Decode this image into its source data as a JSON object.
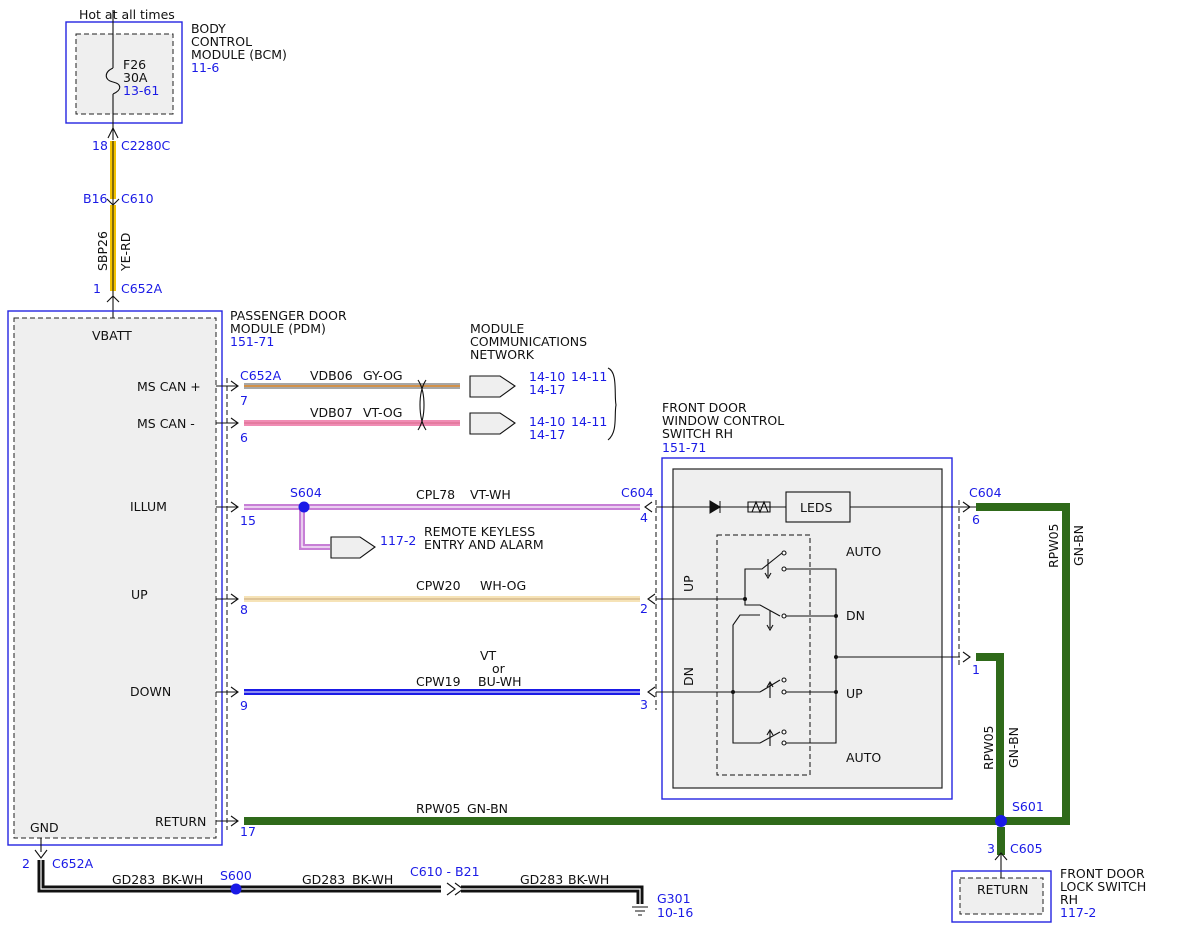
{
  "bcm": {
    "supply_note": "Hot at all times",
    "title_lines": [
      "BODY",
      "CONTROL",
      "MODULE (BCM)"
    ],
    "ref": "11-6",
    "fuse_name": "F26",
    "fuse_rating": "30A",
    "fuse_ref": "13-61"
  },
  "feed": {
    "pin_c2280c": "18",
    "conn_c2280c": "C2280C",
    "pin_c610": "B16",
    "conn_c610": "C610",
    "circuit": "SBP26",
    "color": "YE-RD",
    "pin_c652a": "1",
    "conn_c652a": "C652A"
  },
  "pdm": {
    "title_lines": [
      "PASSENGER DOOR",
      "MODULE (PDM)"
    ],
    "ref": "151-71",
    "labels": {
      "vbatt": "VBATT",
      "ms_can_plus": "MS CAN +",
      "ms_can_minus": "MS CAN -",
      "illum": "ILLUM",
      "up": "UP",
      "down": "DOWN",
      "return": "RETURN",
      "gnd": "GND"
    }
  },
  "network": {
    "title_lines": [
      "MODULE",
      "COMMUNICATIONS",
      "NETWORK"
    ],
    "conn": "C652A",
    "can_plus": {
      "pin": "7",
      "circuit": "VDB06",
      "color": "GY-OG",
      "ref_a": "14-10",
      "ref_b": "14-11",
      "ref_c": "14-17"
    },
    "can_minus": {
      "pin": "6",
      "circuit": "VDB07",
      "color": "VT-OG",
      "ref_a": "14-10",
      "ref_b": "14-11",
      "ref_c": "14-17"
    }
  },
  "wires": {
    "illum": {
      "pdm_pin": "15",
      "splice": "S604",
      "circuit": "CPL78",
      "color": "VT-WH",
      "switch_conn": "C604",
      "switch_pin": "4"
    },
    "rke": {
      "ref": "117-2",
      "label_lines": [
        "REMOTE KEYLESS",
        "ENTRY AND ALARM"
      ]
    },
    "up": {
      "pdm_pin": "8",
      "circuit": "CPW20",
      "color": "WH-OG",
      "switch_pin": "2"
    },
    "down": {
      "pdm_pin": "9",
      "circuit": "CPW19",
      "color_lines": [
        "VT",
        "or",
        "BU-WH"
      ],
      "switch_pin": "3"
    },
    "return": {
      "pdm_pin": "17",
      "circuit": "RPW05",
      "color": "GN-BN",
      "splice": "S601"
    }
  },
  "switch": {
    "title_lines": [
      "FRONT DOOR",
      "WINDOW CONTROL",
      "SWITCH RH"
    ],
    "ref": "151-71",
    "leds_label": "LEDS",
    "up_label": "UP",
    "dn_label": "DN",
    "positions": [
      "AUTO",
      "DN",
      "UP",
      "AUTO"
    ],
    "out_conn": "C604",
    "out_pin_6": "6",
    "out_pin_1": "1",
    "wire_circuit": "RPW05",
    "wire_color": "GN-BN"
  },
  "lock_switch": {
    "title_lines": [
      "FRONT DOOR",
      "LOCK SWITCH",
      "RH"
    ],
    "ref": "117-2",
    "pin": "3",
    "conn": "C605",
    "inner_label": "RETURN"
  },
  "ground": {
    "pin": "2",
    "conn": "C652A",
    "circuit": "GD283",
    "color": "BK-WH",
    "splice": "S600",
    "inline_conn": "C610 - B21",
    "ground_id": "G301",
    "ground_ref": "10-16"
  },
  "colors": {
    "ye_rd": "#f2c200",
    "gy_og": "#a7a7a7",
    "vt_og": "#f08cb4",
    "vt_wh": "#c77fd6",
    "wh_og": "#f6e3b7",
    "bu": "#1a1ae6",
    "gn_bn": "#2f6a1a",
    "bk_wh": "#111111",
    "splice": "#1a1ae6",
    "box_border": "#2424e0"
  }
}
